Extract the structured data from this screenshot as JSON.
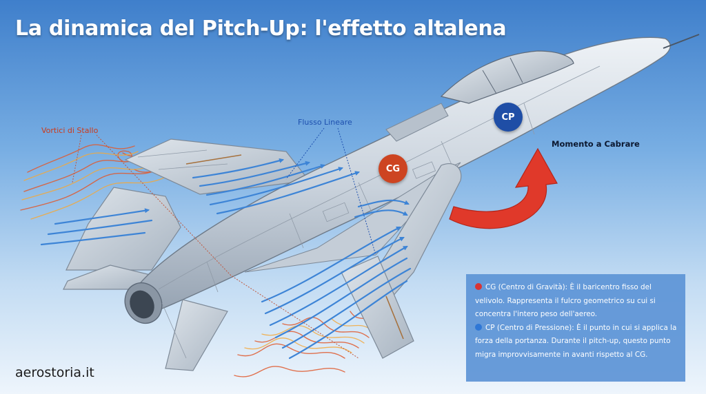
{
  "title": "La dinamica del Pitch-Up: l'effetto altalena",
  "labels": {
    "stall_vortices": "Vortici di Stallo",
    "linear_flow": "Flusso Lineare",
    "pitch_moment": "Momento a Cabrare"
  },
  "markers": {
    "cp": "CP",
    "cg": "CG"
  },
  "info_box": {
    "cg_text": "CG (Centro di Gravità): È il baricentro fisso del velivolo. Rappresenta il fulcro geometrico su cui si concentra l'intero peso dell'aereo.",
    "cp_text": "CP (Centro di Pressione): È il punto in cui si applica la forza della portanza. Durante il pitch-up, questo punto migra improvvisamente in avanti rispetto al CG."
  },
  "website": "aerostoria.it",
  "colors": {
    "sky_top": "#3f7fcb",
    "sky_bottom": "#eef5fc",
    "cg_marker": "#cd4421",
    "cp_marker": "#1f4ea6",
    "stall_label": "#cc3a1a",
    "flow_label": "#1d4fae",
    "flow_arrows": "#3d84d6",
    "moment_arrow": "#e0392a",
    "airframe": "#cfd6de"
  },
  "icons": {
    "cg_bullet": "red-circle-icon",
    "cp_bullet": "blue-circle-icon"
  }
}
